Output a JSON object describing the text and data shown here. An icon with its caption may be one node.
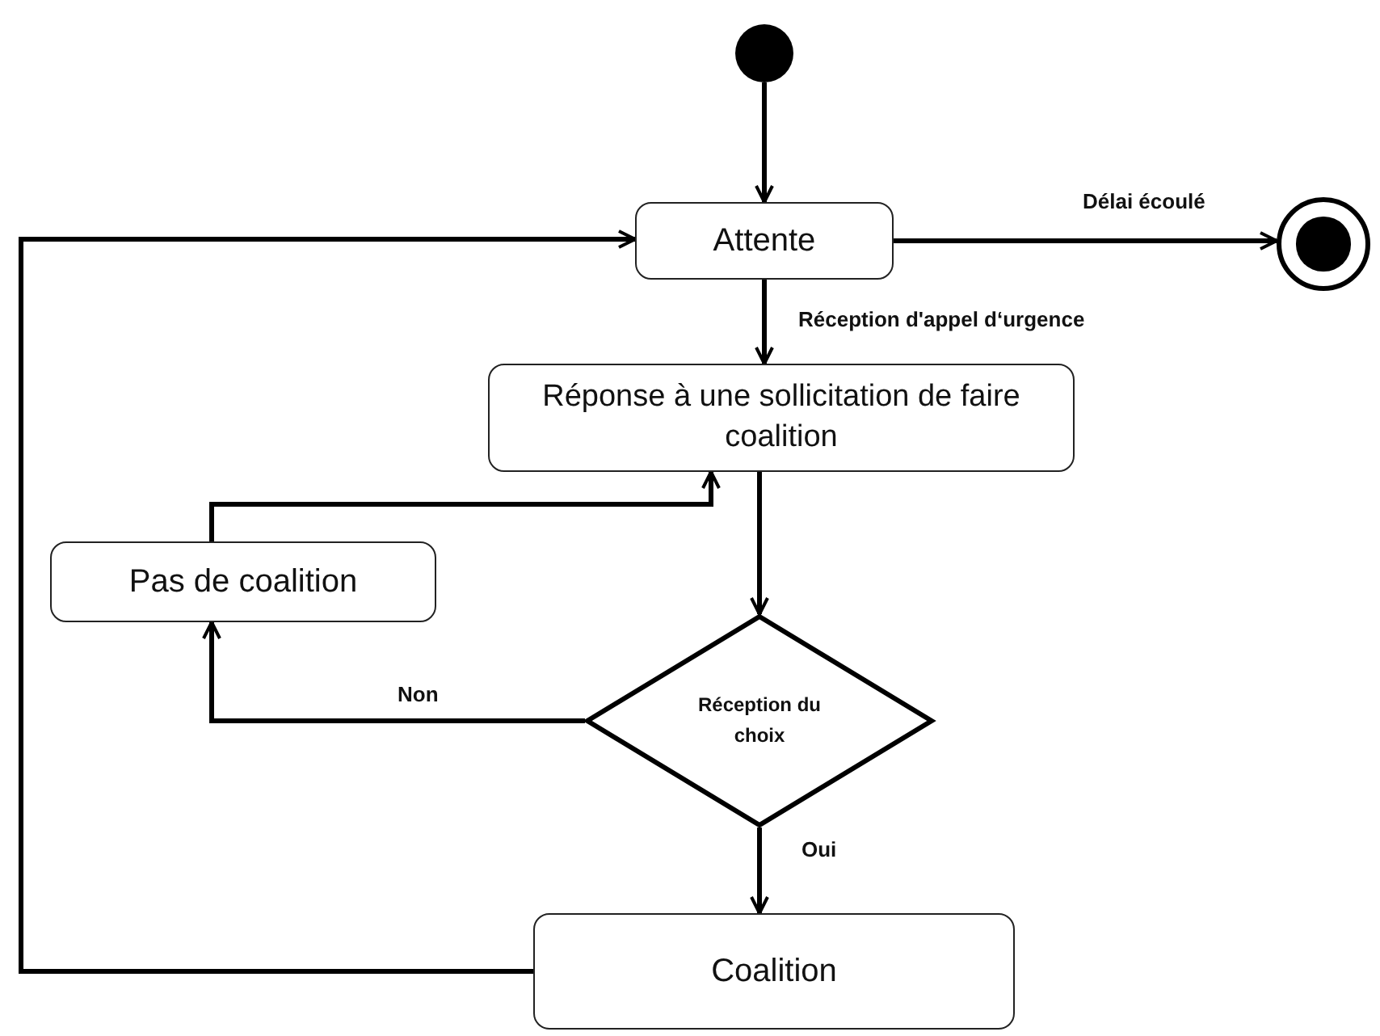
{
  "diagram": {
    "nodes": [
      {
        "text": [],
        "shape": "circle"
      },
      {
        "text": [
          "Attente"
        ]
      },
      {
        "text": [],
        "shape": "circle"
      },
      {
        "text": [
          "Réponse à une sollicitation de faire coalition"
        ]
      },
      {
        "text": [
          "Pas de coalition"
        ]
      },
      {
        "text": [
          "Réception du choix"
        ]
      },
      {
        "text": [
          "Coalition"
        ]
      }
    ],
    "edges": [
      {
        "from": 0,
        "to": 1,
        "arrow": "to"
      },
      {
        "from": 1,
        "to": 2,
        "arrow": "to",
        "label": "Délai écoulé"
      },
      {
        "from": 1,
        "to": 3,
        "arrow": "to",
        "label": "Réception d'appel d‘urgence"
      },
      {
        "from": 3,
        "to": 5,
        "arrow": "to"
      },
      {
        "from": 5,
        "to": 4,
        "arrow": "to",
        "label": "Non"
      },
      {
        "from": 4,
        "to": 3,
        "arrow": "to"
      },
      {
        "from": 5,
        "to": 6,
        "arrow": "to",
        "label": "Oui"
      },
      {
        "from": 6,
        "to": 1,
        "arrow": "to"
      }
    ]
  }
}
